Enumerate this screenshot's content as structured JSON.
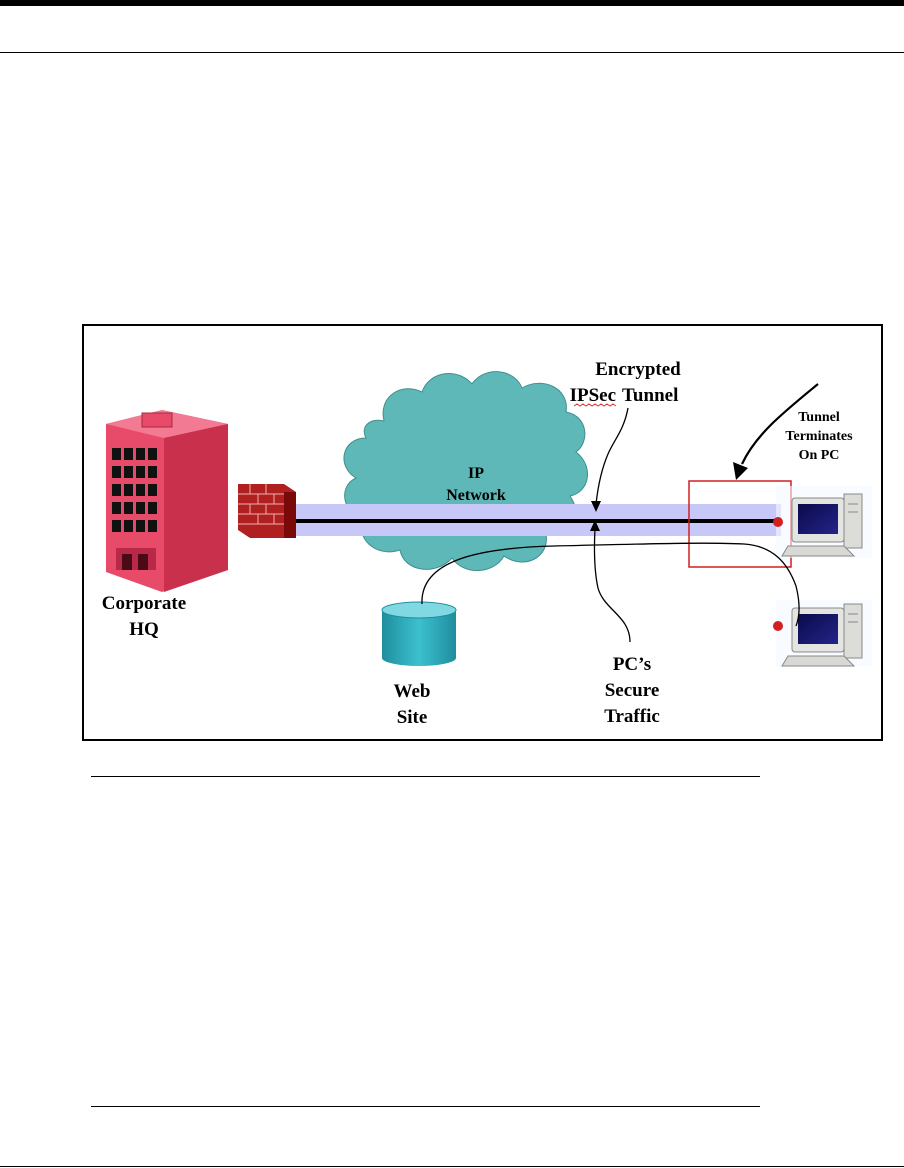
{
  "diagram": {
    "labels": {
      "encrypted_line1": "Encrypted",
      "encrypted_line2_word1": "IPSec",
      "encrypted_line2_word2": "Tunnel",
      "tunnel_line1": "Tunnel",
      "tunnel_line2": "Terminates",
      "tunnel_line3": "On PC",
      "ip_line1": "IP",
      "ip_line2": "Network",
      "corporate_line1": "Corporate",
      "corporate_line2": "HQ",
      "web_line1": "Web",
      "web_line2": "Site",
      "pc_line1": "PC’s",
      "pc_line2": "Secure",
      "pc_line3": "Traffic"
    },
    "icons": [
      "office-building-icon",
      "firewall-icon",
      "cloud-icon",
      "database-icon",
      "desktop-computer-icon",
      "desktop-computer-icon"
    ],
    "colors": {
      "building": "#e84a6a",
      "firewall": "#b02020",
      "cloud": "#5fb8b8",
      "tunnel": "#c8c8f8",
      "database": "#2aa6b6",
      "termination_box": "#d02020"
    }
  }
}
